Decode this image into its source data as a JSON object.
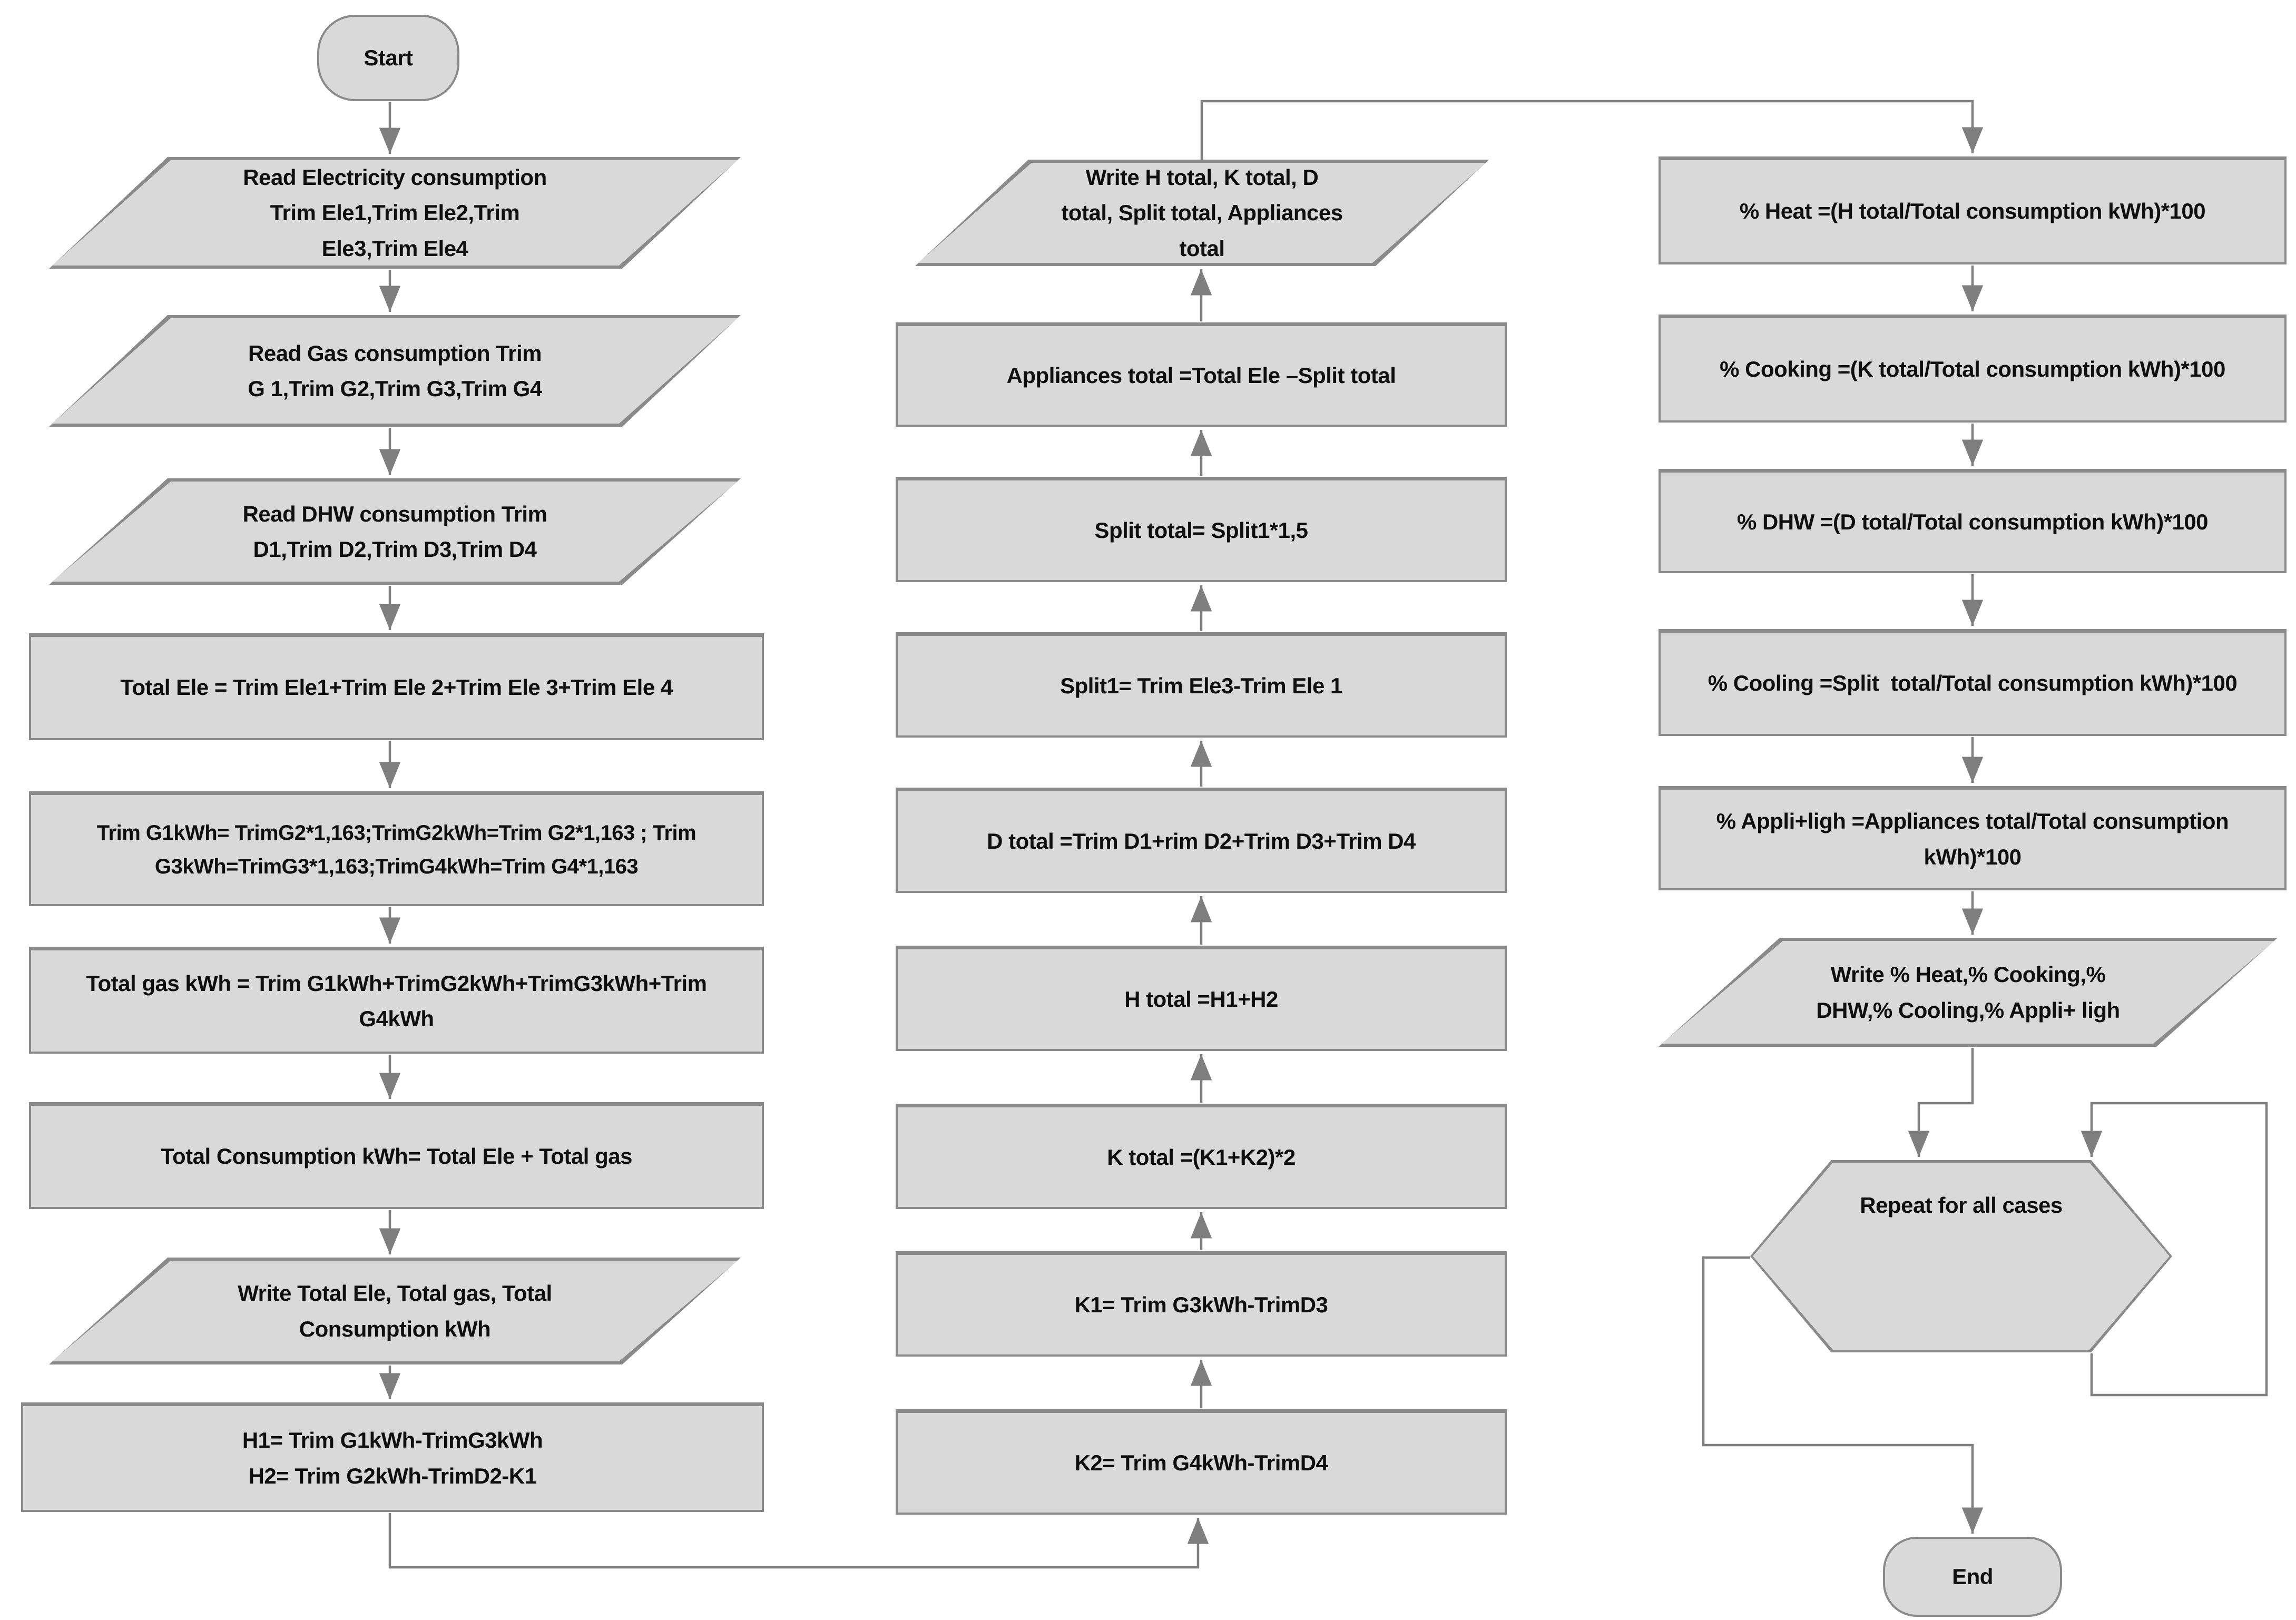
{
  "colors": {
    "node_fill": "#d9d9d9",
    "node_border": "#8a8a8a",
    "connector": "#7f7f7f",
    "text": "#0f0f0f",
    "background": "#ffffff"
  },
  "nodes": {
    "start": {
      "shape": "terminator",
      "label": "Start"
    },
    "read_electricity": {
      "shape": "io",
      "label": "Read Electricity consumption\nTrim Ele1,Trim Ele2,Trim\nEle3,Trim Ele4"
    },
    "read_gas": {
      "shape": "io",
      "label": "Read Gas consumption Trim\nG 1,Trim G2,Trim G3,Trim G4"
    },
    "read_dhw": {
      "shape": "io",
      "label": "Read DHW consumption Trim\nD1,Trim D2,Trim D3,Trim D4"
    },
    "total_ele": {
      "shape": "process",
      "label": "Total Ele = Trim Ele1+Trim Ele 2+Trim Ele 3+Trim Ele 4"
    },
    "trim_g_kwh": {
      "shape": "process",
      "label": "Trim G1kWh= TrimG2*1,163;TrimG2kWh=Trim G2*1,163 ; Trim\nG3kWh=TrimG3*1,163;TrimG4kWh=Trim G4*1,163"
    },
    "total_gas": {
      "shape": "process",
      "label": "Total gas kWh = Trim G1kWh+TrimG2kWh+TrimG3kWh+Trim\nG4kWh"
    },
    "total_consumption": {
      "shape": "process",
      "label": "Total Consumption kWh= Total Ele + Total gas"
    },
    "write_totals": {
      "shape": "io",
      "label": "Write Total Ele, Total gas, Total\nConsumption kWh"
    },
    "h1_h2": {
      "shape": "process",
      "label": "H1= Trim G1kWh-TrimG3kWh\nH2= Trim G2kWh-TrimD2-K1"
    },
    "k2": {
      "shape": "process",
      "label": "K2= Trim G4kWh-TrimD4"
    },
    "k1": {
      "shape": "process",
      "label": "K1= Trim G3kWh-TrimD3"
    },
    "k_total": {
      "shape": "process",
      "label": "K total =(K1+K2)*2"
    },
    "h_total": {
      "shape": "process",
      "label": "H total =H1+H2"
    },
    "d_total": {
      "shape": "process",
      "label": "D total =Trim D1+rim D2+Trim D3+Trim D4"
    },
    "split1": {
      "shape": "process",
      "label": "Split1= Trim Ele3-Trim Ele 1"
    },
    "split_total": {
      "shape": "process",
      "label": "Split total= Split1*1,5"
    },
    "appliances_total": {
      "shape": "process",
      "label": "Appliances total =Total Ele –Split total"
    },
    "write_h_totals": {
      "shape": "io",
      "label": "Write H total, K total, D\ntotal, Split total, Appliances\ntotal"
    },
    "pct_heat": {
      "shape": "process",
      "label": "% Heat =(H total/Total consumption kWh)*100"
    },
    "pct_cooking": {
      "shape": "process",
      "label": "% Cooking =(K total/Total consumption kWh)*100"
    },
    "pct_dhw": {
      "shape": "process",
      "label": "% DHW =(D total/Total consumption kWh)*100"
    },
    "pct_cooling": {
      "shape": "process",
      "label": "% Cooling =Split  total/Total consumption kWh)*100"
    },
    "pct_appli_ligh": {
      "shape": "process",
      "label": "% Appli+ligh =Appliances total/Total consumption\nkWh)*100"
    },
    "write_percentages": {
      "shape": "io",
      "label": "Write % Heat,% Cooking,%\nDHW,% Cooling,% Appli+ ligh"
    },
    "repeat_all_cases": {
      "shape": "preparation",
      "label": "Repeat for all cases"
    },
    "end": {
      "shape": "terminator",
      "label": "End"
    }
  }
}
